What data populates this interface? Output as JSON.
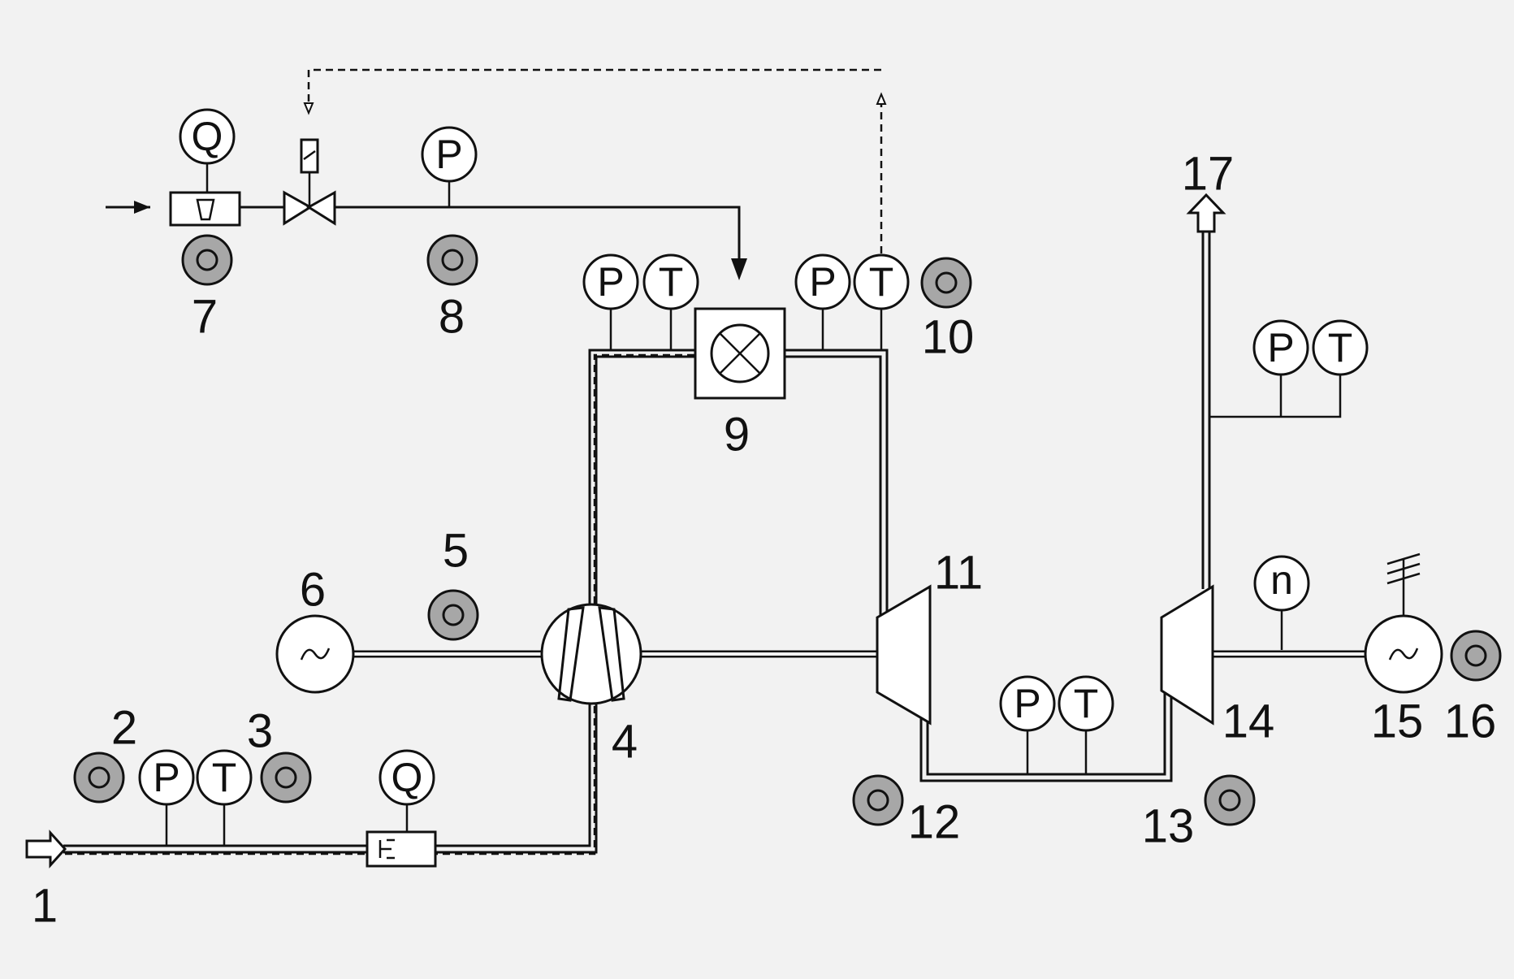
{
  "callouts": [
    "1",
    "2",
    "3",
    "4",
    "5",
    "6",
    "7",
    "8",
    "9",
    "10",
    "11",
    "12",
    "13",
    "14",
    "15",
    "16",
    "17"
  ],
  "instruments": {
    "q": "Q",
    "p": "P",
    "t": "T",
    "n": "n"
  },
  "colors": {
    "background": "#f2f2f2",
    "line": "#111111",
    "sensor_fill": "#a7a7a7"
  },
  "icons": [
    "arrow-inlet-icon",
    "flowmeter-icon",
    "valve-icon",
    "actuator-icon",
    "combustor-icon",
    "compressor-icon",
    "turbine-icon",
    "generator-icon",
    "sensor-icon",
    "exhaust-arrow-icon"
  ]
}
